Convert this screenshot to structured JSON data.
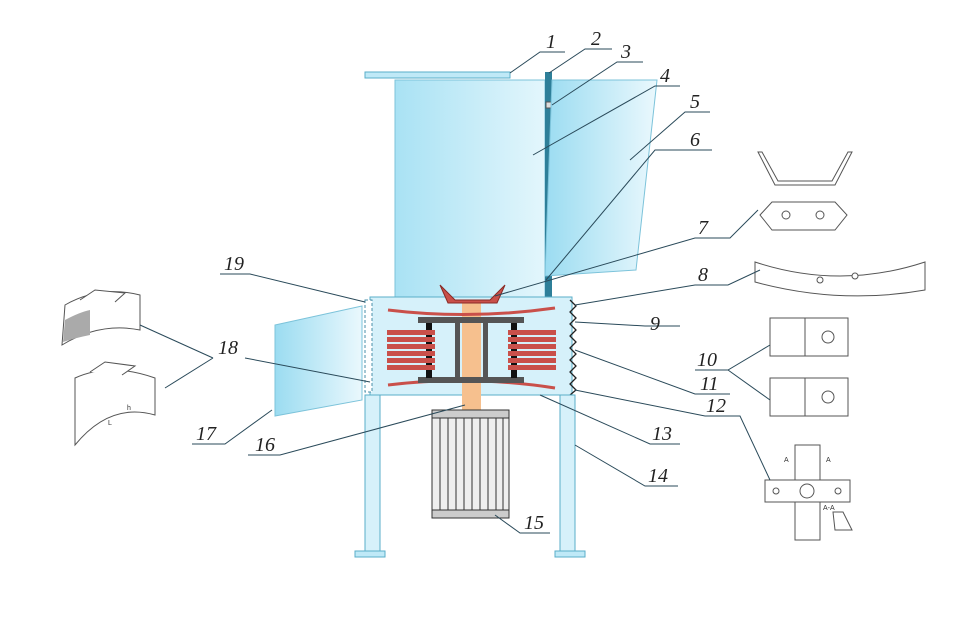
{
  "labels": [
    "1",
    "2",
    "3",
    "4",
    "5",
    "6",
    "7",
    "8",
    "9",
    "10",
    "11",
    "12",
    "13",
    "14",
    "15",
    "16",
    "17",
    "18",
    "19"
  ],
  "detail_text": {
    "section": "A-A",
    "mark_left": "A",
    "mark_right": "A",
    "dim_h": "h",
    "dim_l": "L"
  },
  "colors": {
    "body": "#bfe9f7",
    "body_edge": "#5aaec8",
    "coil": "#c9504a",
    "frame": "#555555",
    "shaft": "#f6c08e",
    "post": "#2e7f99"
  }
}
